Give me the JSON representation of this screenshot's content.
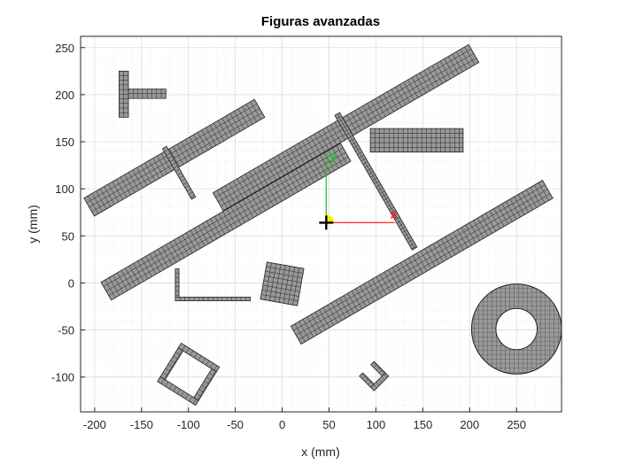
{
  "chart_data": {
    "type": "scatter",
    "title": "Figuras avanzadas",
    "xlabel": "x (mm)",
    "ylabel": "y (mm)",
    "xlim": [
      -215,
      298
    ],
    "ylim": [
      -137,
      262
    ],
    "xticks": [
      -200,
      -150,
      -100,
      -50,
      0,
      50,
      100,
      150,
      200,
      250
    ],
    "yticks": [
      -100,
      -50,
      0,
      50,
      100,
      150,
      200,
      250
    ],
    "grid": "on",
    "minor_grid": "on",
    "fill_color": "#999999",
    "edge_color": "#222222",
    "figures": [
      {
        "name": "bar-upper-left",
        "kind": "rotated-rect",
        "center": [
          -115,
          133
        ],
        "length": 210,
        "width": 22,
        "angle": 30
      },
      {
        "name": "bar-middle-left",
        "kind": "rotated-rect",
        "center": [
          -60,
          65
        ],
        "length": 295,
        "width": 22,
        "angle": 30
      },
      {
        "name": "bar-top-long",
        "kind": "rotated-rect",
        "center": [
          68,
          165
        ],
        "length": 315,
        "width": 22,
        "angle": 30
      },
      {
        "name": "bar-lower-right",
        "kind": "rotated-rect",
        "center": [
          149,
          22
        ],
        "length": 310,
        "width": 22,
        "angle": 30
      },
      {
        "name": "rod-left",
        "kind": "rotated-rect",
        "center": [
          -110,
          117
        ],
        "length": 62,
        "width": 5,
        "angle": -60
      },
      {
        "name": "rod-diagonal",
        "kind": "rotated-rect",
        "center": [
          100,
          108
        ],
        "length": 165,
        "width": 6,
        "angle": -60
      },
      {
        "name": "rect-top-right",
        "kind": "rect",
        "x": [
          94,
          193
        ],
        "y": [
          139,
          164
        ]
      },
      {
        "name": "square-center",
        "kind": "rotated-rect",
        "center": [
          0,
          -1
        ],
        "length": 40,
        "width": 40,
        "angle": -10
      },
      {
        "name": "t-shape-vertical",
        "kind": "rect",
        "x": [
          -174,
          -164
        ],
        "y": [
          176,
          225
        ]
      },
      {
        "name": "t-shape-horizontal",
        "kind": "rect",
        "x": [
          -164,
          -124
        ],
        "y": [
          196,
          206
        ]
      },
      {
        "name": "l-shape-vertical",
        "kind": "rect",
        "x": [
          -114,
          -110
        ],
        "y": [
          -18,
          15
        ]
      },
      {
        "name": "l-shape-horizontal",
        "kind": "rect",
        "x": [
          -114,
          -34
        ],
        "y": [
          -19,
          -15
        ]
      },
      {
        "name": "ring",
        "kind": "ring",
        "center": [
          250,
          -49
        ],
        "outer_radius": 48,
        "inner_radius": 22
      },
      {
        "name": "square-frame",
        "kind": "frame",
        "center": [
          -100,
          -97
        ],
        "size": 48,
        "thickness": 6,
        "angle": -32
      },
      {
        "name": "u-shape",
        "kind": "u",
        "center": [
          98,
          -99
        ],
        "size": 22,
        "thickness": 5,
        "angle": 45
      }
    ],
    "reference_frame": {
      "origin": [
        47,
        64
      ],
      "x_end": [
        120,
        64
      ],
      "y_end": [
        47,
        138
      ],
      "x_label": "x",
      "y_label": "y",
      "x_color": "#ff2020",
      "y_color": "#20c020",
      "marker_color": "#ffee00"
    }
  }
}
